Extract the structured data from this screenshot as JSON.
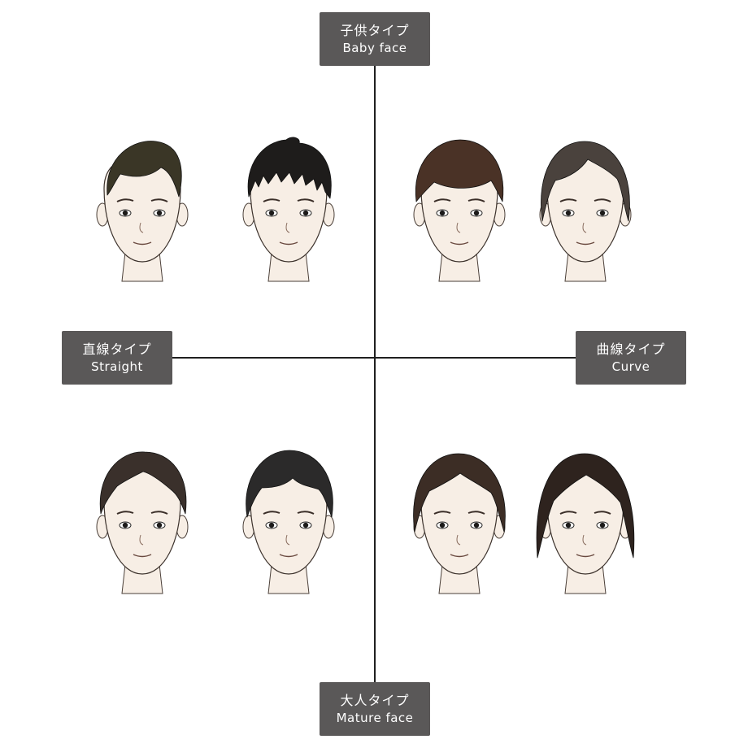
{
  "axes": {
    "top": {
      "jp": "子供タイプ",
      "en": "Baby face"
    },
    "bottom": {
      "jp": "大人タイプ",
      "en": "Mature face"
    },
    "left": {
      "jp": "直線タイプ",
      "en": "Straight"
    },
    "right": {
      "jp": "曲線タイプ",
      "en": "Curve"
    }
  },
  "colors": {
    "label_bg": "#5a5858",
    "label_text": "#ffffff",
    "axis": "#1f1f1f",
    "skin": "#f7eee5",
    "hair": [
      "#3a3626",
      "#1e1c1b",
      "#4a3226",
      "#4a423d",
      "#3a302b",
      "#2b2a2a",
      "#3c2d25",
      "#2e231e"
    ]
  },
  "portraits": [
    {
      "quadrant": "top-left",
      "hair_color": "#3a3626",
      "style": "straight"
    },
    {
      "quadrant": "top-left",
      "hair_color": "#1e1c1b",
      "style": "messy"
    },
    {
      "quadrant": "top-right",
      "hair_color": "#4a3226",
      "style": "mushroom"
    },
    {
      "quadrant": "top-right",
      "hair_color": "#4a423d",
      "style": "centerpart"
    },
    {
      "quadrant": "bottom-left",
      "hair_color": "#3a302b",
      "style": "slick"
    },
    {
      "quadrant": "bottom-left",
      "hair_color": "#2b2a2a",
      "style": "short"
    },
    {
      "quadrant": "bottom-right",
      "hair_color": "#3c2d25",
      "style": "curtain"
    },
    {
      "quadrant": "bottom-right",
      "hair_color": "#2e231e",
      "style": "long"
    }
  ]
}
